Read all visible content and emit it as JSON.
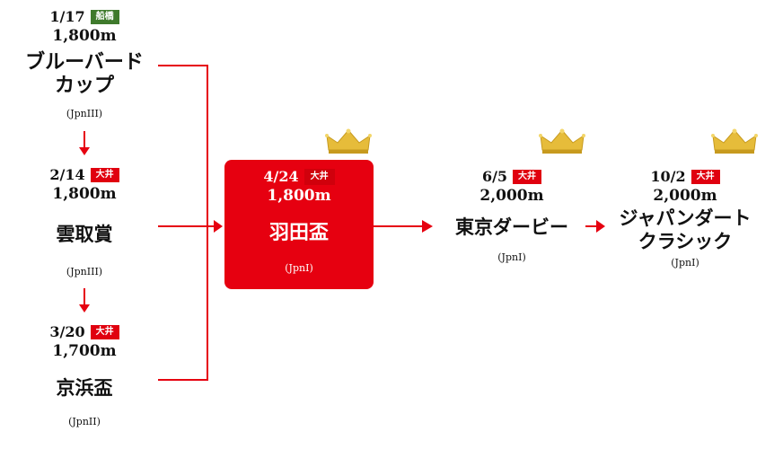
{
  "races": {
    "bluebird": {
      "date": "1/17",
      "venue": "船橋",
      "distance": "1,800m",
      "name_line1": "ブルーバード",
      "name_line2": "カップ",
      "grade": "(JpnIII)"
    },
    "unsyusho": {
      "date": "2/14",
      "venue": "大井",
      "distance": "1,800m",
      "name_line1": "雲取賞",
      "grade": "(JpnIII)"
    },
    "keihin": {
      "date": "3/20",
      "venue": "大井",
      "distance": "1,700m",
      "name_line1": "京浜盃",
      "grade": "(JpnII)"
    },
    "haneda": {
      "date": "4/24",
      "venue": "大井",
      "distance": "1,800m",
      "name_line1": "羽田盃",
      "grade": "(JpnI)"
    },
    "derby": {
      "date": "6/5",
      "venue": "大井",
      "distance": "2,000m",
      "name_line1": "東京ダービー",
      "grade": "(JpnI)"
    },
    "classic": {
      "date": "10/2",
      "venue": "大井",
      "distance": "2,000m",
      "name_line1": "ジャパンダート",
      "name_line2": "クラシック",
      "grade": "(JpnI)"
    }
  },
  "colors": {
    "accent": "#e60010",
    "funabashi": "#3f7a2c",
    "crown": "#e0b830"
  },
  "icons": {
    "crown": "crown-icon",
    "arrow": "arrow-right-icon"
  }
}
